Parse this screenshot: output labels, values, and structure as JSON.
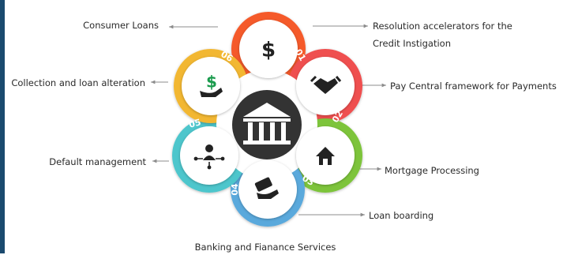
{
  "center_icon": "bank-building-icon",
  "colors": {
    "accent": "#1a4a6e",
    "center": "#333333",
    "arrow": "#8c8c8c",
    "segments": [
      "#f55a2c",
      "#ef4f4f",
      "#7dc43a",
      "#5aa9dc",
      "#4ec6cc",
      "#f2b733"
    ]
  },
  "segments": [
    {
      "number": "01",
      "icon": "dollar-icon",
      "color": "#f55a2c",
      "label": "Resolution accelerators for the",
      "label_line2": "Credit Instigation"
    },
    {
      "number": "02",
      "icon": "handshake-icon",
      "color": "#ef4f4f",
      "label": "Pay Central framework for Payments"
    },
    {
      "number": "03",
      "icon": "home-icon",
      "color": "#7dc43a",
      "label": "Mortgage Processing"
    },
    {
      "number": "04",
      "icon": "hand-cash-icon",
      "color": "#5aa9dc",
      "label": "Loan boarding",
      "label2": "Banking and Fianance Services"
    },
    {
      "number": "05",
      "icon": "people-network-icon",
      "color": "#4ec6cc",
      "label": "Default management"
    },
    {
      "number": "06",
      "icon": "hand-dollar-icon",
      "color": "#f2b733",
      "label": "Collection and loan alteration"
    }
  ],
  "top_label": "Consumer Loans"
}
